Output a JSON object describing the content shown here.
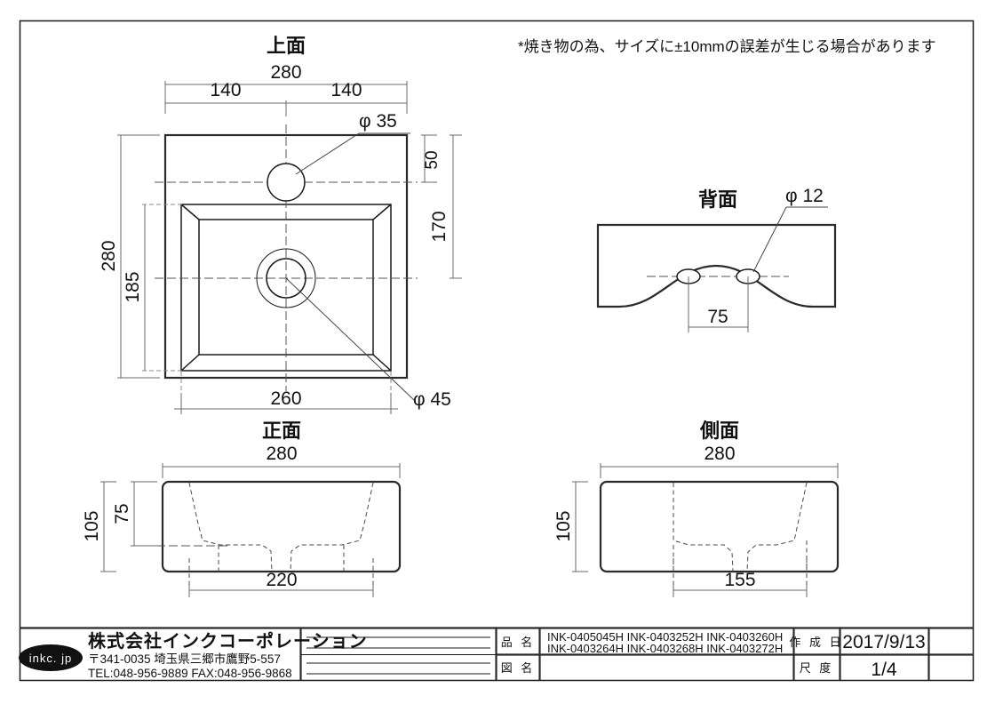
{
  "sheet": {
    "note": "*焼き物の為、サイズに±10mmの誤差が生じる場合があります"
  },
  "views": {
    "top": {
      "title": "上面",
      "dims": {
        "overall_width": "280",
        "half_left": "140",
        "half_right": "140",
        "overall_depth": "280",
        "bowl_depth": "185",
        "bowl_width": "260",
        "hole_offset": "50",
        "center_offset": "170",
        "faucet_hole": "φ 35",
        "drain_hole": "φ 45"
      }
    },
    "rear": {
      "title": "背面",
      "dims": {
        "hole_spacing": "75",
        "mount_hole": "φ 12"
      }
    },
    "front": {
      "title": "正面",
      "dims": {
        "overall_width": "280",
        "overall_height": "105",
        "bowl_height": "75",
        "bowl_width": "220"
      }
    },
    "side": {
      "title": "側面",
      "dims": {
        "overall_width": "280",
        "overall_height": "105",
        "bowl_width": "155"
      }
    }
  },
  "title_block": {
    "logo_text": "inkc. jp",
    "company": "株式会社インクコーポレーション",
    "address": "〒341-0035 埼玉県三郷市鷹野5-557",
    "contact": "TEL:048-956-9889  FAX:048-956-9868",
    "label_product": "品 名",
    "label_drawing": "図 名",
    "label_date": "作 成 日",
    "label_scale": "尺 度",
    "product_codes_line1": "INK-0405045H    INK-0403252H    INK-0403260H",
    "product_codes_line2": "INK-0403264H    INK-0403268H    INK-0403272H",
    "drawing_name": "",
    "date": "2017/9/13",
    "scale": "1/4"
  },
  "colors": {
    "line": "#1a1a1a",
    "dim_line": "#6a6a6a",
    "hidden_line": "#4a4a4a",
    "background": "#ffffff"
  }
}
